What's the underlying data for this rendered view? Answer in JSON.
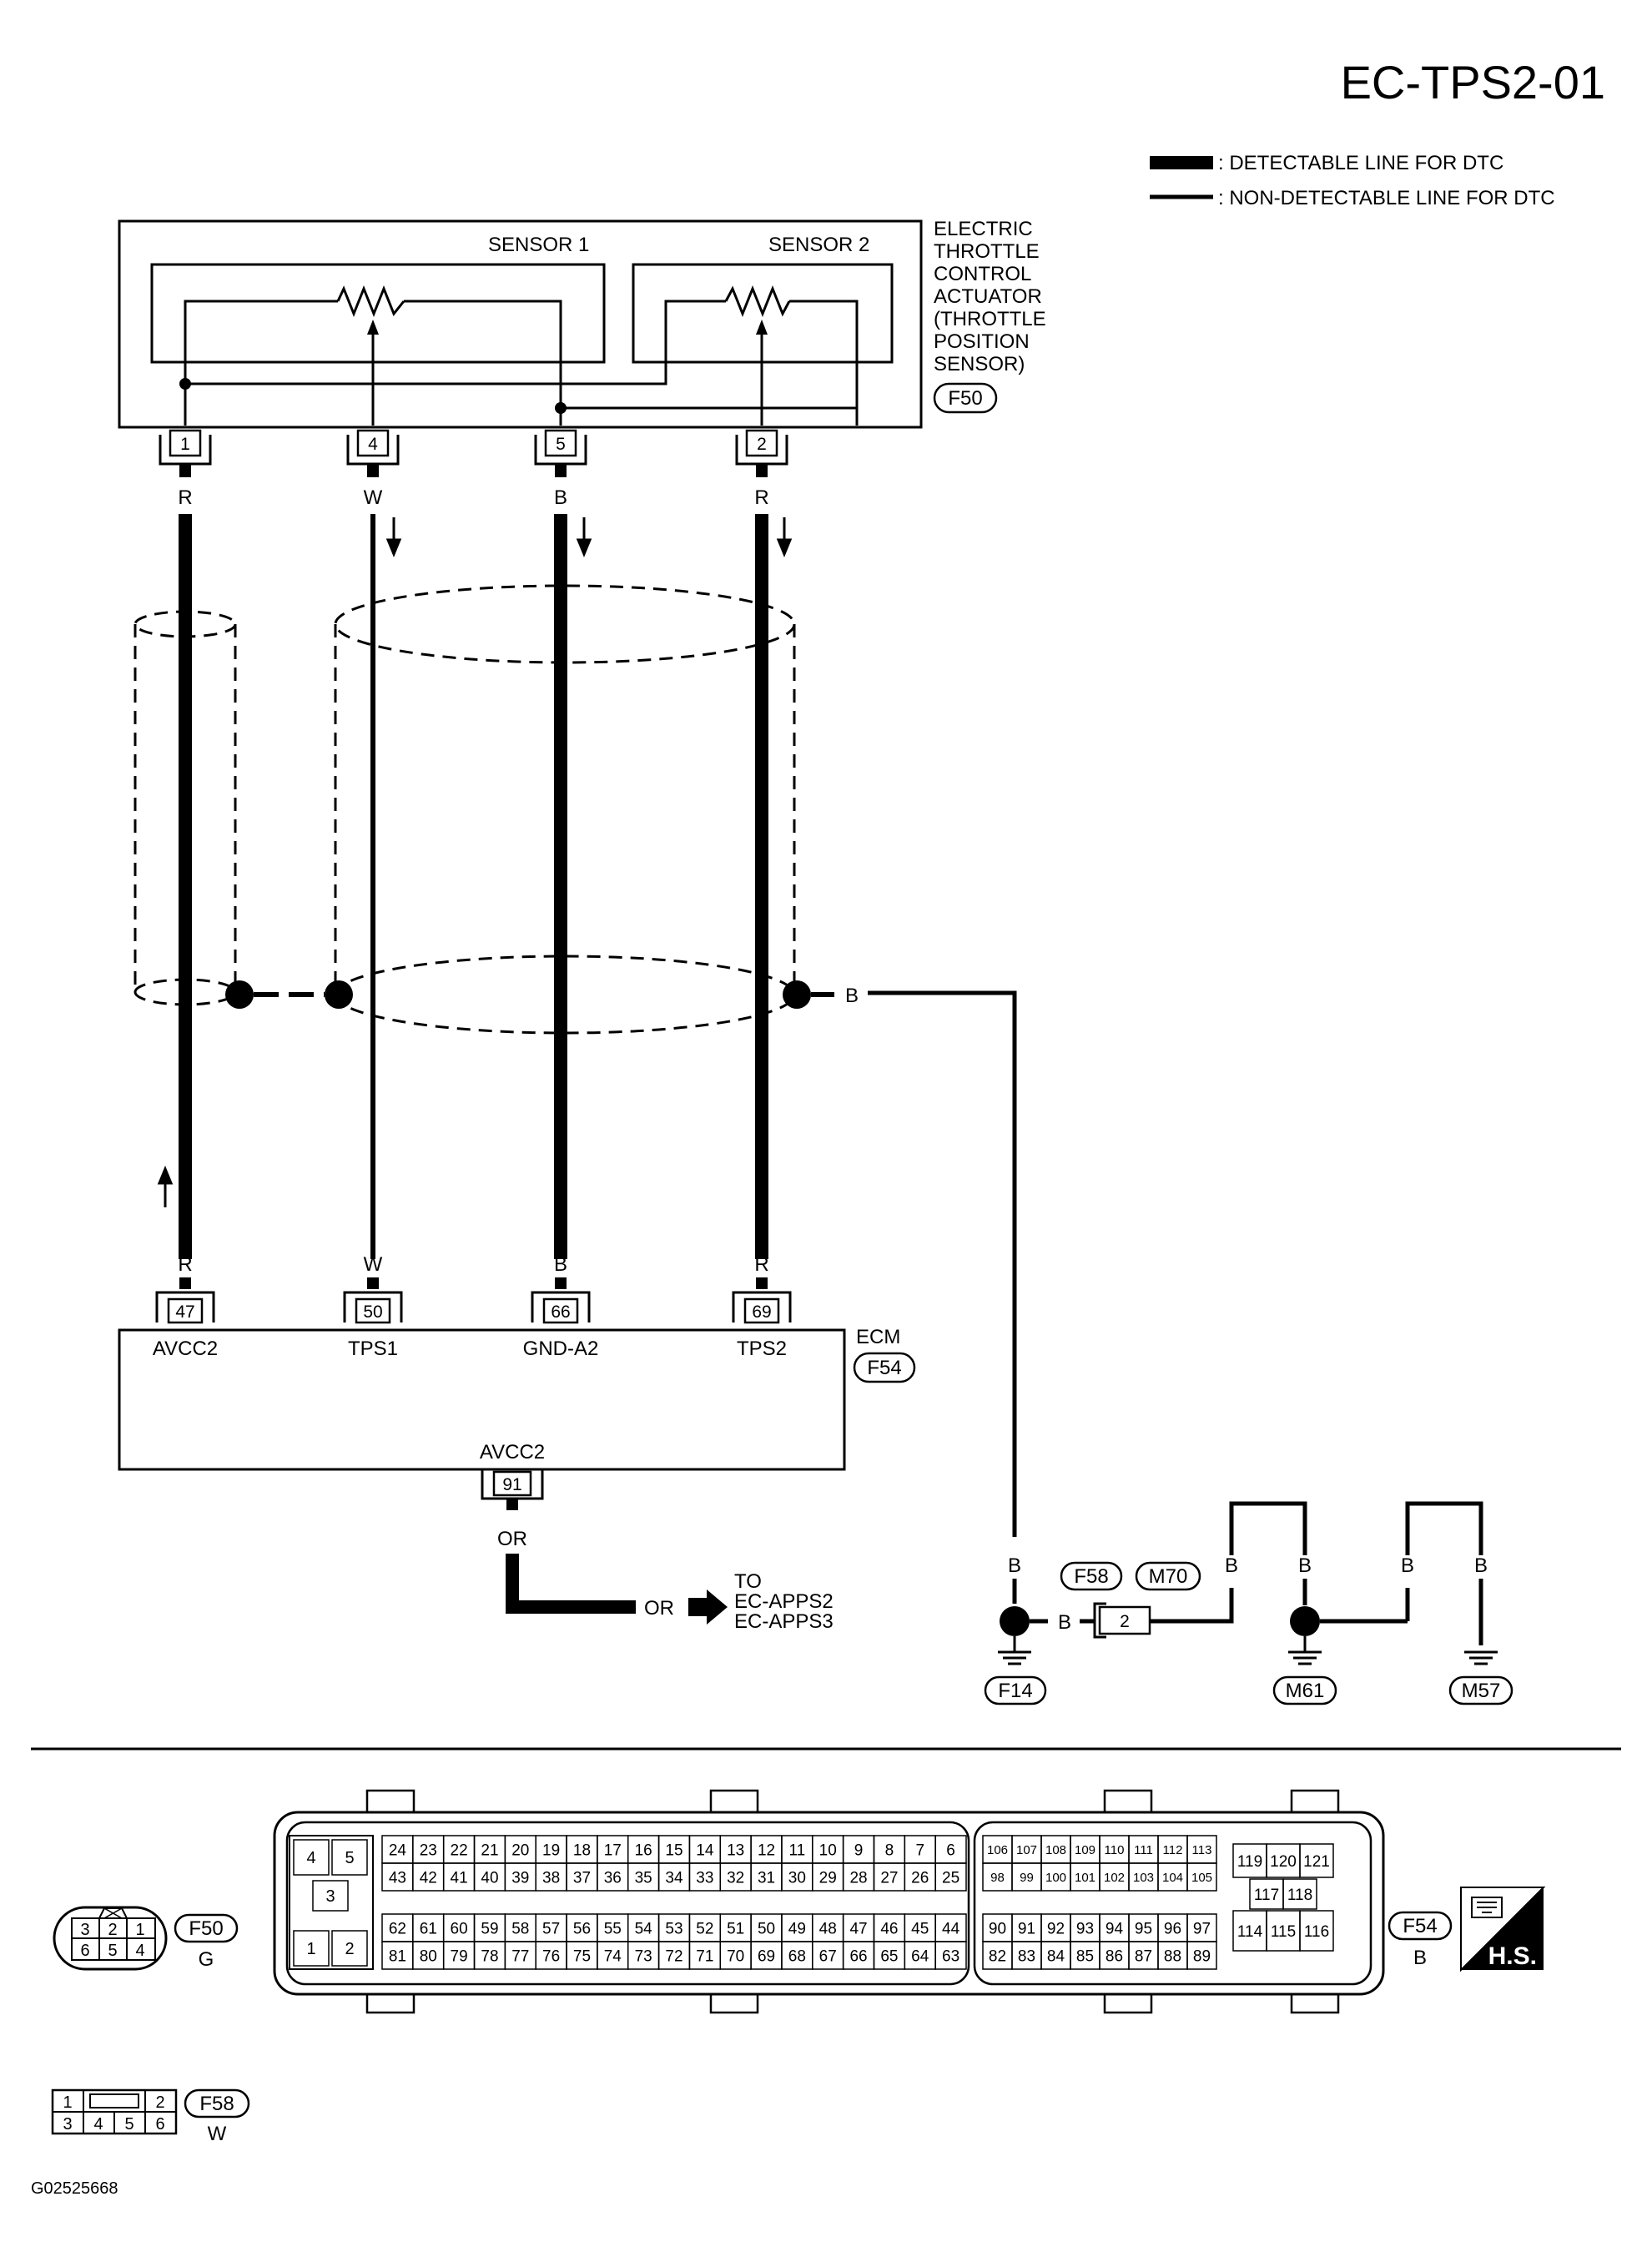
{
  "diagram_id": "EC-TPS2-01",
  "legend": {
    "detectable": ": DETECTABLE LINE FOR DTC",
    "non_detectable": ": NON-DETECTABLE LINE FOR DTC"
  },
  "actuator": {
    "label_lines": [
      "ELECTRIC",
      "THROTTLE",
      "CONTROL",
      "ACTUATOR",
      "(THROTTLE",
      "POSITION",
      "SENSOR)"
    ],
    "connector": "F50",
    "sensor1": "SENSOR 1",
    "sensor2": "SENSOR 2",
    "pins": [
      "1",
      "4",
      "5",
      "2"
    ]
  },
  "wires": {
    "top_colors": [
      "R",
      "W",
      "B",
      "R"
    ],
    "bottom_colors": [
      "R",
      "W",
      "B",
      "R"
    ],
    "shield_color": "B"
  },
  "ecm": {
    "label": "ECM",
    "connector": "F54",
    "pins": [
      "47",
      "50",
      "66",
      "69"
    ],
    "pin_names": [
      "AVCC2",
      "TPS1",
      "GND-A2",
      "TPS2"
    ],
    "bottom_pin": "91",
    "bottom_name": "AVCC2",
    "bottom_wire": "OR",
    "branch_wire": "OR",
    "to_lines": [
      "TO",
      "EC-APPS2",
      "EC-APPS3"
    ]
  },
  "ground": {
    "wire_b": "B",
    "f58": "F58",
    "m70": "M70",
    "joint_pin": "2",
    "f14": "F14",
    "m61": "M61",
    "m57": "M57"
  },
  "connectors": {
    "f50": {
      "id": "F50",
      "color": "G",
      "top_row": [
        "3",
        "2",
        "1"
      ],
      "bottom_row": [
        "6",
        "5",
        "4"
      ]
    },
    "f54": {
      "id": "F54",
      "color": "B",
      "a_left": [
        "4",
        "5",
        "3",
        "1",
        "2"
      ],
      "a_row1": [
        "24",
        "23",
        "22",
        "21",
        "20",
        "19",
        "18",
        "17",
        "16",
        "15",
        "14",
        "13",
        "12",
        "11",
        "10",
        "9",
        "8",
        "7",
        "6"
      ],
      "a_row2": [
        "43",
        "42",
        "41",
        "40",
        "39",
        "38",
        "37",
        "36",
        "35",
        "34",
        "33",
        "32",
        "31",
        "30",
        "29",
        "28",
        "27",
        "26",
        "25"
      ],
      "a_row3": [
        "62",
        "61",
        "60",
        "59",
        "58",
        "57",
        "56",
        "55",
        "54",
        "53",
        "52",
        "51",
        "50",
        "49",
        "48",
        "47",
        "46",
        "45",
        "44"
      ],
      "a_row4": [
        "81",
        "80",
        "79",
        "78",
        "77",
        "76",
        "75",
        "74",
        "73",
        "72",
        "71",
        "70",
        "69",
        "68",
        "67",
        "66",
        "65",
        "64",
        "63"
      ],
      "b_row1": [
        "106",
        "107",
        "108",
        "109",
        "110",
        "111",
        "112",
        "113"
      ],
      "b_row2": [
        "98",
        "99",
        "100",
        "101",
        "102",
        "103",
        "104",
        "105"
      ],
      "b_row3": [
        "90",
        "91",
        "92",
        "93",
        "94",
        "95",
        "96",
        "97"
      ],
      "b_row4": [
        "82",
        "83",
        "84",
        "85",
        "86",
        "87",
        "88",
        "89"
      ],
      "c_cells": [
        "119",
        "120",
        "121",
        "117",
        "118",
        "114",
        "115",
        "116"
      ]
    },
    "f58": {
      "id": "F58",
      "color": "W",
      "top": [
        "1",
        "2"
      ],
      "bottom": [
        "3",
        "4",
        "5",
        "6"
      ]
    }
  },
  "hs_badge": "H.S.",
  "figure_code": "G02525668"
}
